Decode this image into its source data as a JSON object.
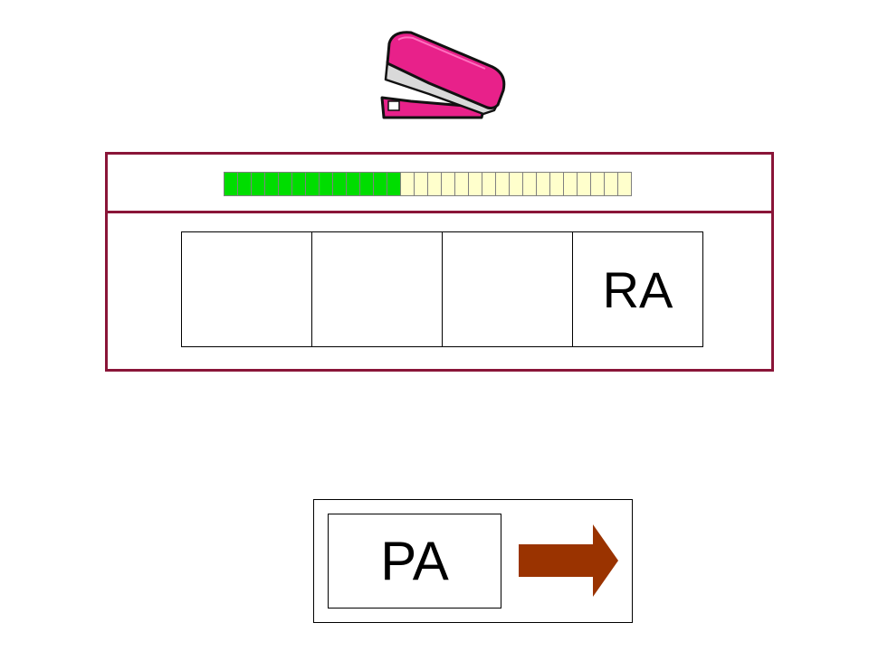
{
  "picture": {
    "icon": "stapler-icon",
    "colors": {
      "body": "#e8218a",
      "outline": "#111111",
      "metal": "#d9d9d9"
    }
  },
  "progress": {
    "filled_segments": 13,
    "total_segments": 30,
    "filled_color": "#00dd00",
    "empty_color": "#ffffcc"
  },
  "word_slots": [
    {
      "text": ""
    },
    {
      "text": ""
    },
    {
      "text": ""
    },
    {
      "text": "RA"
    }
  ],
  "answer": {
    "tile_text": "PA",
    "next_icon": "right-arrow-icon",
    "arrow_color": "#9a3300"
  },
  "colors": {
    "panel_border": "#8a1538"
  }
}
